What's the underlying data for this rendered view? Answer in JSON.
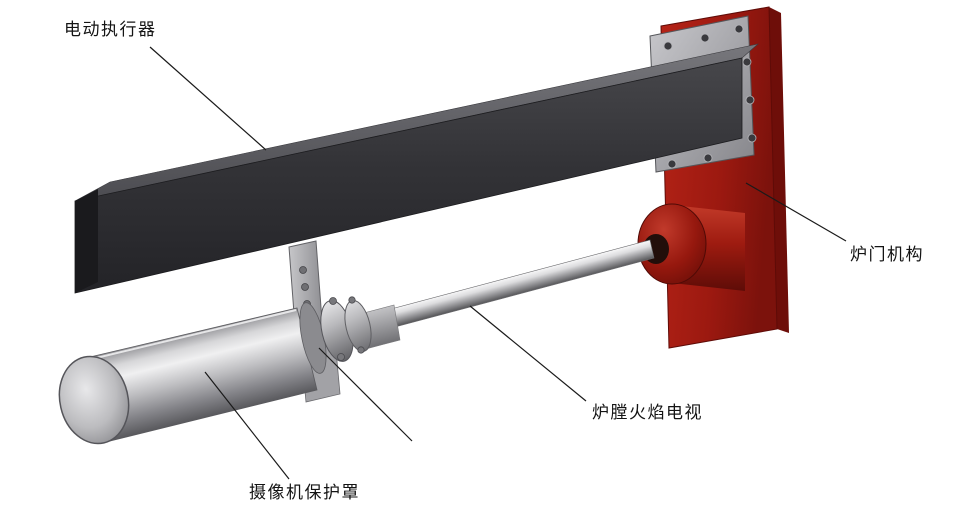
{
  "figure": {
    "type": "technical-3d-diagram",
    "background_color": "#ffffff",
    "parts": {
      "actuator": {
        "label": "电动执行器"
      },
      "furnace_door": {
        "label": "炉门机构"
      },
      "flame_tv": {
        "label": "炉膛火焰电视"
      },
      "camera_cover": {
        "label": "摄像机保护罩"
      }
    },
    "colors": {
      "beam_dark": "#2e2e32",
      "plate_red": "#9c1910",
      "metal_light": "#c9c9cb",
      "leader_line": "#1a1a1a",
      "text": "#141414"
    }
  }
}
